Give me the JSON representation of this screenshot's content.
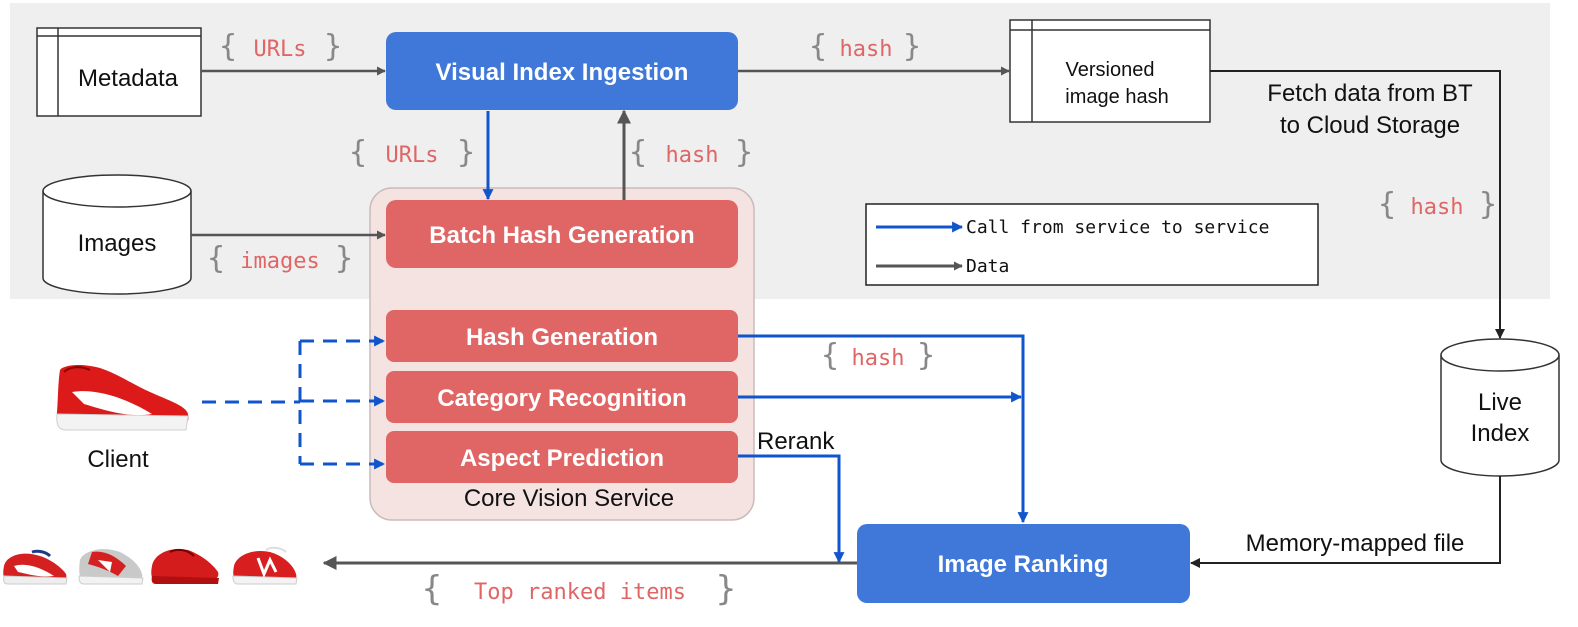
{
  "colors": {
    "blue_box": "#3f78d8",
    "red_box": "#e06666",
    "core_service_bg": "#f4e3e1",
    "shaded_region": "#efefef",
    "blue_arrow": "#1155cc",
    "gray_arrow": "#555555",
    "label_pink": "#e06666",
    "brace_gray": "#888888"
  },
  "nodes": {
    "metadata": "Metadata",
    "images": "Images",
    "visual_index_ingestion": "Visual Index Ingestion",
    "versioned_hash_line1": "Versioned",
    "versioned_hash_line2": "image hash",
    "batch_hash_generation": "Batch Hash Generation",
    "hash_generation": "Hash Generation",
    "category_recognition": "Category Recognition",
    "aspect_prediction": "Aspect Prediction",
    "core_vision_service": "Core Vision Service",
    "client": "Client",
    "live_index_line1": "Live",
    "live_index_line2": "Index",
    "image_ranking": "Image Ranking"
  },
  "edge_labels": {
    "urls_1": "URLs",
    "urls_2": "URLs",
    "hash_1": "hash",
    "hash_2": "hash",
    "hash_3": "hash",
    "hash_4": "hash",
    "images": "images",
    "top_ranked_items": "Top ranked items",
    "fetch_line1": "Fetch data from BT",
    "fetch_line2": "to Cloud Storage",
    "rerank": "Rerank",
    "memory_mapped": "Memory-mapped file"
  },
  "legend": {
    "service_call": "Call from service to service",
    "data": "Data"
  },
  "braces": {
    "open": "{",
    "close": "}"
  }
}
